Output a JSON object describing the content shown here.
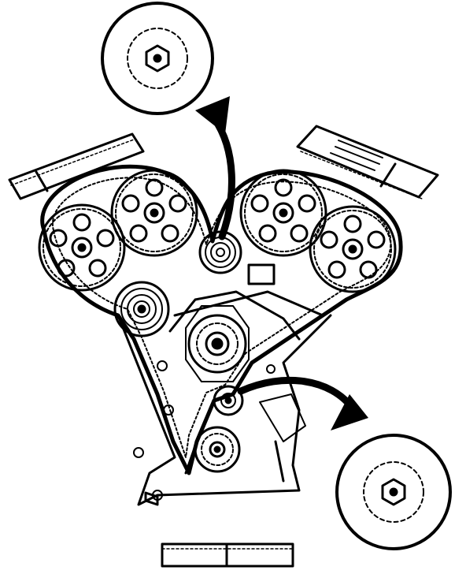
{
  "diagram": {
    "ink_color": "#000000",
    "paper_color": "#ffffff",
    "parts": [
      "timing-belt-left-section",
      "timing-belt-right-section",
      "timing-belt-bottom-section",
      "camshaft-sprocket",
      "tensioner-pulley",
      "idler-pulley",
      "water-pump-pulley",
      "crankshaft-sprocket",
      "detail-magnifier-top",
      "detail-magnifier-bottom",
      "pointer-arrow"
    ]
  }
}
